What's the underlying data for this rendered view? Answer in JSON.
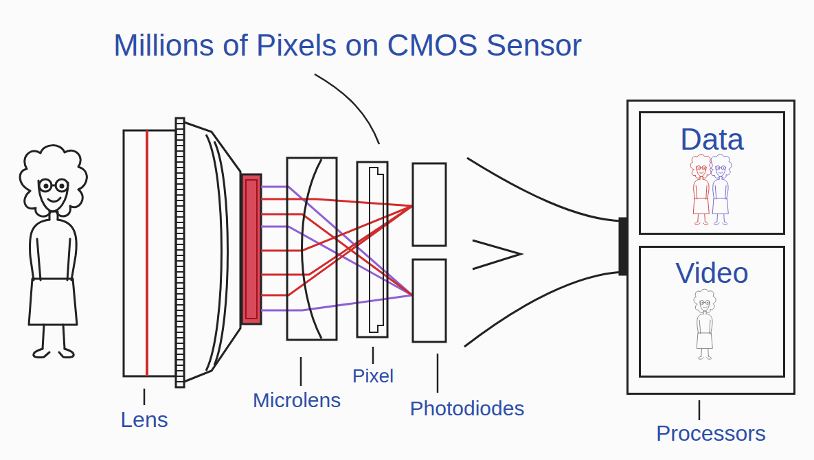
{
  "diagram": {
    "title": "Millions of Pixels on CMOS Sensor",
    "nodes": [
      {
        "text": [
          "Processors"
        ]
      },
      {
        "text": [
          "Data"
        ],
        "in": 0
      },
      {
        "text": [
          "Video"
        ],
        "in": 0
      }
    ],
    "labels": [
      "Lens",
      "Microlens",
      "Pixel",
      "Photodiodes"
    ]
  }
}
